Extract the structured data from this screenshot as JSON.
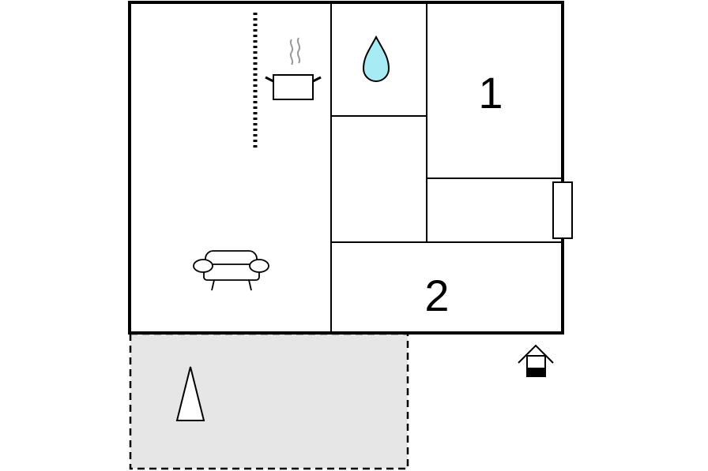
{
  "floorplan": {
    "rooms": [
      {
        "id": "bedroom-1",
        "label": "1"
      },
      {
        "id": "bedroom-2",
        "label": "2"
      }
    ],
    "icons": {
      "kitchen": "cooking-pot-icon",
      "bathroom": "water-drop-icon",
      "living": "sofa-icon",
      "terrace": "tree-icon",
      "entrance": "entrance-house-icon"
    },
    "colors": {
      "wall": "#000000",
      "terrace_fill": "#e6e6e6",
      "water_drop": "#a7ecf4",
      "steam": "#999999"
    }
  }
}
